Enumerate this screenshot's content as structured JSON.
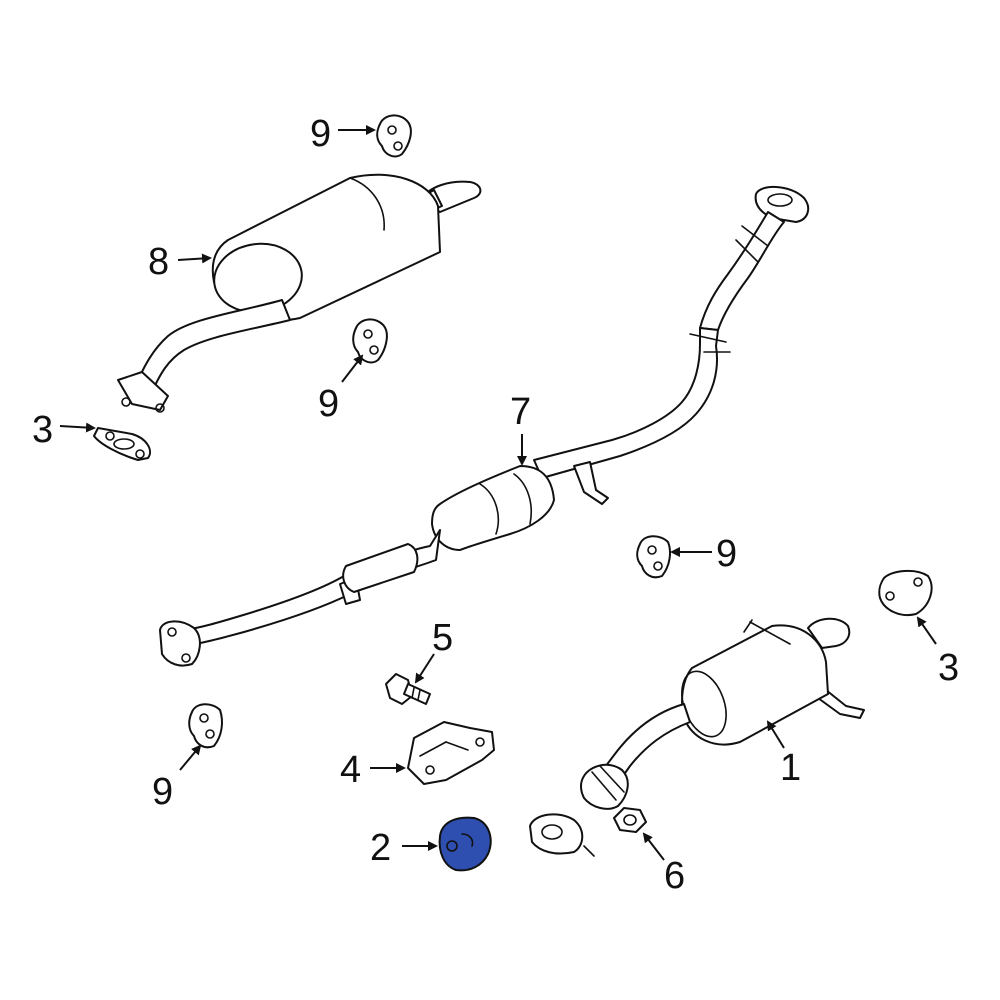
{
  "callouts": {
    "c1": "1",
    "c2": "2",
    "c3a": "3",
    "c3b": "3",
    "c4": "4",
    "c5": "5",
    "c6": "6",
    "c7": "7",
    "c8": "8",
    "c9a": "9",
    "c9b": "9",
    "c9c": "9",
    "c9d": "9"
  },
  "highlight_color": "#2e4fb0"
}
